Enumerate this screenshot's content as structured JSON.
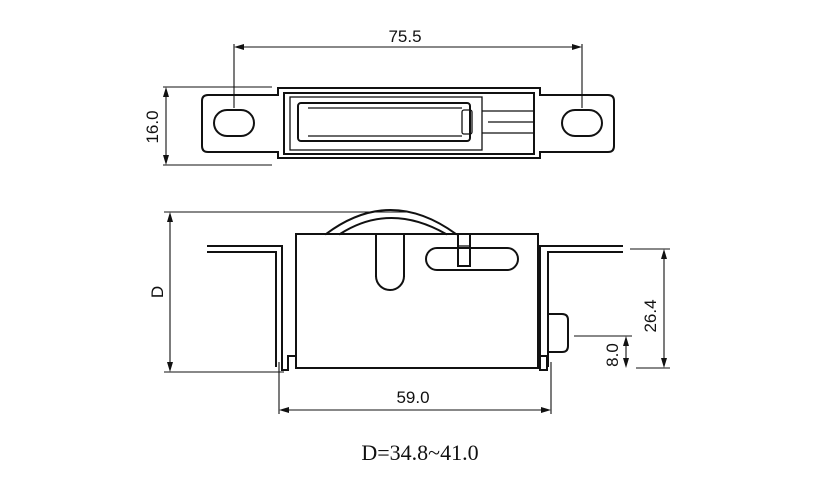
{
  "dimensions": {
    "top_width": "75.5",
    "top_height": "16.0",
    "side_depth": "D",
    "side_height": "26.4",
    "side_offset": "8.0",
    "base_width": "59.0"
  },
  "note": "D=34.8~41.0",
  "colors": {
    "line": "#111111",
    "background": "#ffffff"
  }
}
